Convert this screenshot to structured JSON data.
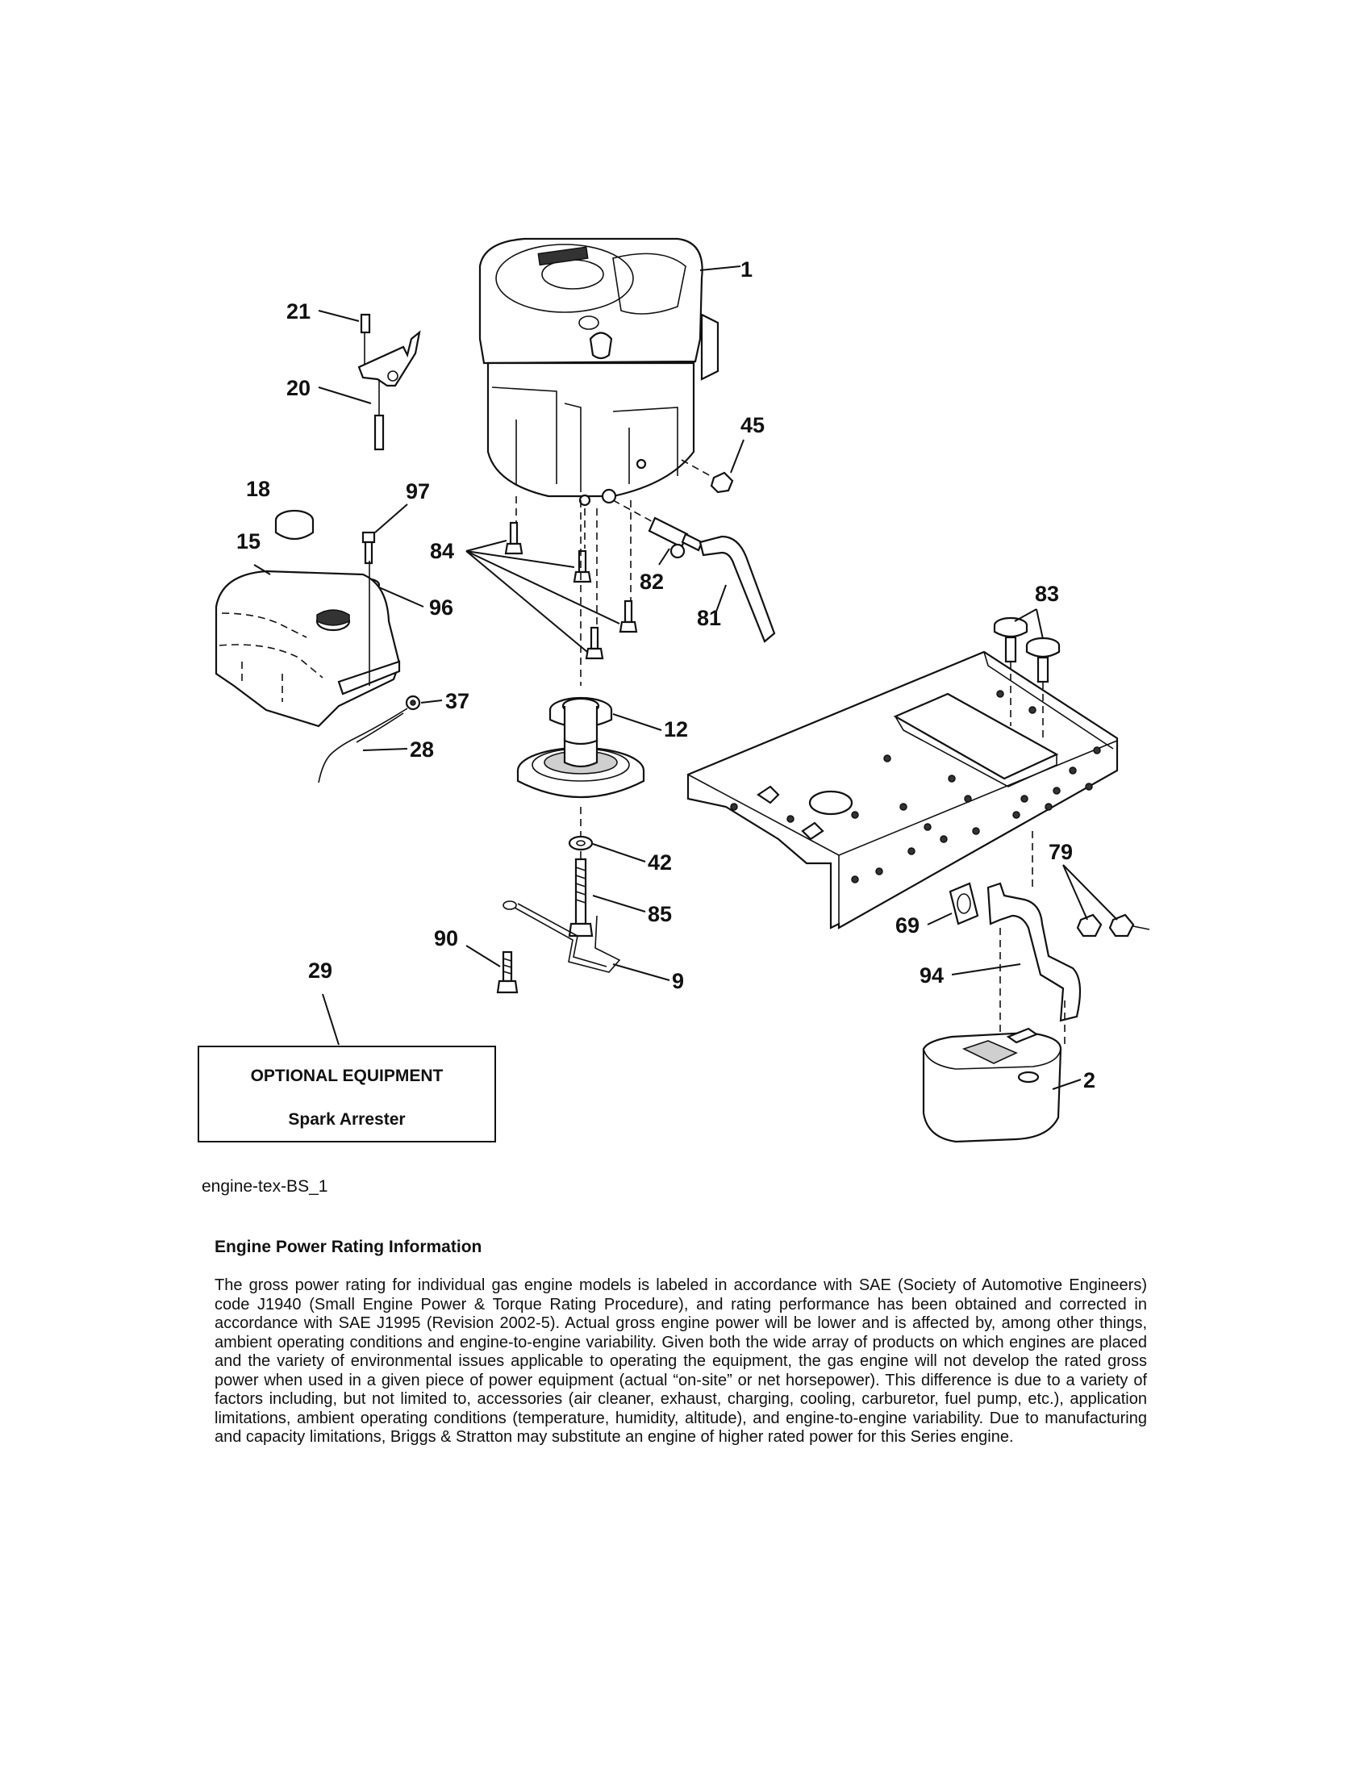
{
  "diagram": {
    "callouts": {
      "c1": "1",
      "c2": "2",
      "c9": "9",
      "c12": "12",
      "c15": "15",
      "c18": "18",
      "c20": "20",
      "c21": "21",
      "c28": "28",
      "c29": "29",
      "c37": "37",
      "c42": "42",
      "c45": "45",
      "c69": "69",
      "c79": "79",
      "c81": "81",
      "c82": "82",
      "c83": "83",
      "c84": "84",
      "c85": "85",
      "c90": "90",
      "c94": "94",
      "c96": "96",
      "c97": "97"
    },
    "optional_box": {
      "title": "OPTIONAL EQUIPMENT",
      "item": "Spark Arrester"
    },
    "reference_code": "engine-tex-BS_1"
  },
  "info": {
    "heading": "Engine Power Rating Information",
    "paragraph": "The gross power rating for individual gas engine models is labeled in accordance with SAE (Society of Automotive Engineers) code J1940 (Small Engine Power & Torque Rating Procedure), and rating performance has been obtained and corrected in accordance with SAE J1995 (Revision 2002-5). Actual gross engine power will be lower and is affected by, among other things, ambient operating conditions and engine-to-engine variability. Given both the wide array of products on which engines are placed and the variety of environmental issues applicable to operating the equipment, the gas engine will not develop the rated gross power when used in a given piece of power equipment (actual “on-site” or net horsepower). This difference is due to a variety of factors including, but not limited to, accessories (air cleaner, exhaust, charging, cooling, carburetor, fuel pump, etc.), application limitations, ambient operating conditions (temperature, humidity, altitude), and engine-to-engine variability. Due to manufacturing and capacity limitations, Briggs & Stratton may substitute an engine of higher rated power for this Series engine."
  }
}
